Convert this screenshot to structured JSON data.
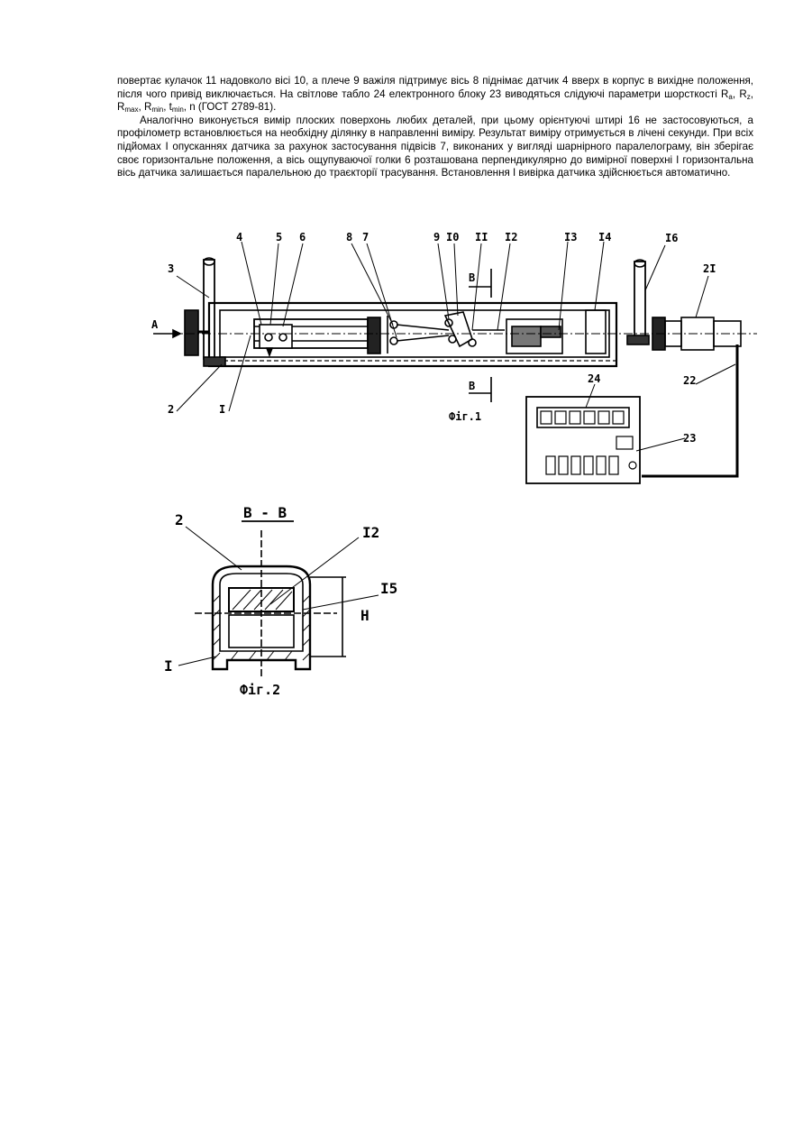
{
  "text": {
    "p1_a": "повертає кулачок 11 надовколо вісі 10, а плече 9 важіля підтримує вісь 8 піднімає датчик 4 вверх в корпус в вихідне положення, після чого привід виключається. На світлове табло 24 електронного блоку 23 виводяться слідуючі параметри шорсткості R",
    "sub_a": "a",
    "sep1": ", R",
    "sub_z": "z",
    "sep2": ", R",
    "sub_max": "max",
    "sep3": ", R",
    "sub_min": "min",
    "sep4": ", t",
    "sub_tmin": "min",
    "p1_end": ", n (ГОСТ 2789-81).",
    "p2": "Аналогічно виконується вимір плоских поверхонь любих деталей, при цьому орієнтуючі штирі 16 не застосовуються, а профілометр встановлюється на необхідну ділянку в направленні виміру. Результат виміру отримується в лічені секунди. При всіх підйомах І опусканнях датчика за рахунок застосування підвісів 7, виконаних у вигляді шарнірного паралелограму, він зберігає своє горизонтальне положення, а вісь ощупуваючої голки 6 розташована перпендикулярно до вимірної поверхні І горизонтальна вісь датчика залишається паралельною до траєкторії трасування. Встановлення І вивірка датчика здійснюється автоматично."
  },
  "figure1": {
    "caption": "Фіг.1",
    "labels": {
      "l4": "4",
      "l5": "5",
      "l6": "6",
      "l8": "8",
      "l7": "7",
      "l9": "9",
      "l10": "I0",
      "l11": "II",
      "l12": "I2",
      "l13": "I3",
      "l14": "I4",
      "l16": "I6",
      "l21": "2I",
      "l3": "3",
      "l2": "2",
      "l1": "I",
      "lA": "A",
      "lB_top": "B",
      "lB_bot": "B",
      "l22": "22",
      "l24": "24",
      "l23": "23"
    }
  },
  "figure2": {
    "caption": "Фіг.2",
    "section": "B - B",
    "labels": {
      "l2": "2",
      "l12": "I2",
      "l15": "I5",
      "l1": "I",
      "lH": "H"
    }
  }
}
